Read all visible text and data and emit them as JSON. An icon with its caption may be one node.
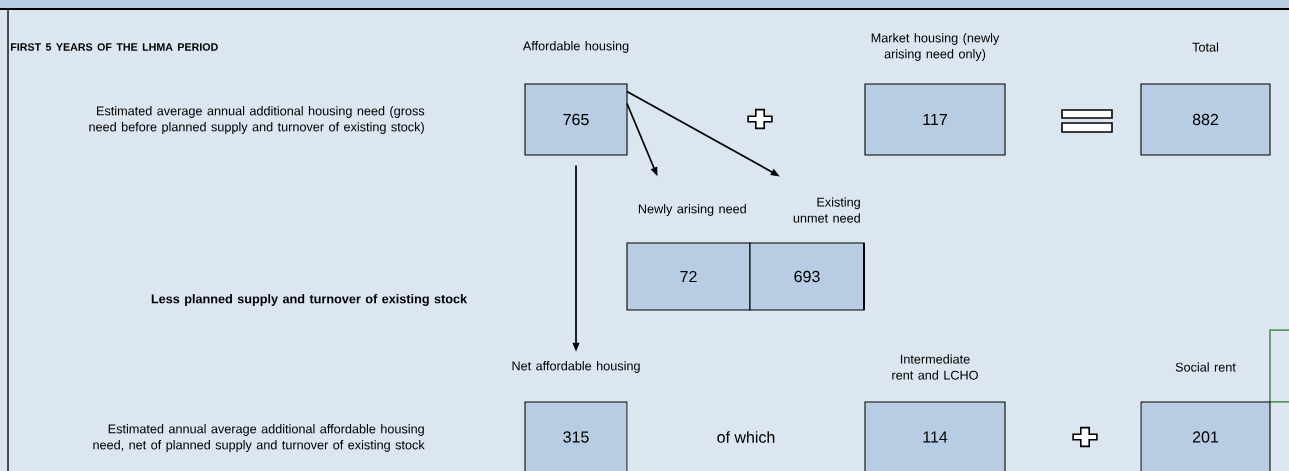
{
  "diagram": {
    "nodes": [
      {
        "text": [
          "Affordable housing",
          "765"
        ]
      },
      {
        "text": [
          "Market housing (newly arising need only)",
          "117"
        ]
      },
      {
        "text": [
          "Total",
          "882"
        ]
      },
      {
        "text": [
          "Newly arising need",
          "72"
        ]
      },
      {
        "text": [
          "Existing unmet need",
          "693"
        ]
      },
      {
        "text": [
          "Net affordable housing",
          "315"
        ]
      },
      {
        "text": [
          "Intermediate rent and LCHO",
          "114"
        ]
      },
      {
        "text": [
          "Social rent",
          "201"
        ]
      }
    ],
    "edges": [
      {
        "from": 0,
        "to": 3,
        "arrow": "to"
      },
      {
        "from": 0,
        "to": 4,
        "arrow": "to"
      },
      {
        "from": 0,
        "to": 5,
        "arrow": "to"
      }
    ],
    "labels": [
      "FIRST 5 YEARS OF THE LHMA PERIOD",
      "Estimated average annual additional housing need (gross need before planned supply and turnover of existing stock)",
      "Less planned supply and turnover of existing stock",
      "Estimated annual average additional affordable housing need, net of planned supply and turnover of existing stock",
      "of which"
    ]
  }
}
